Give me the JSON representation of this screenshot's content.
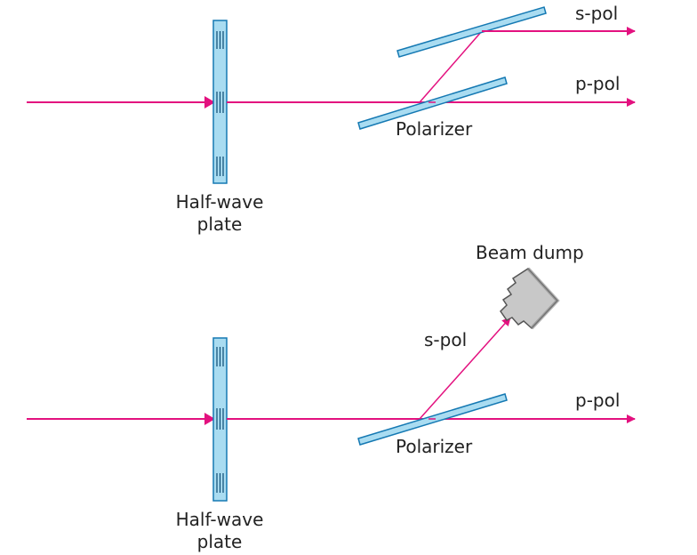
{
  "colors": {
    "beam": "#e3117f",
    "optic_fill": "#a9dcf1",
    "optic_stroke": "#1579b3",
    "optic_lines": "#0c4a73",
    "dump_fill": "#c8c8c8",
    "dump_stroke": "#555555"
  },
  "top": {
    "waveplate_label_1": "Half-wave",
    "waveplate_label_2": "plate",
    "polarizer_label": "Polarizer",
    "s_label": "s-pol",
    "p_label": "p-pol"
  },
  "bottom": {
    "waveplate_label_1": "Half-wave",
    "waveplate_label_2": "plate",
    "polarizer_label": "Polarizer",
    "s_label": "s-pol",
    "p_label": "p-pol",
    "dump_label": "Beam dump"
  }
}
